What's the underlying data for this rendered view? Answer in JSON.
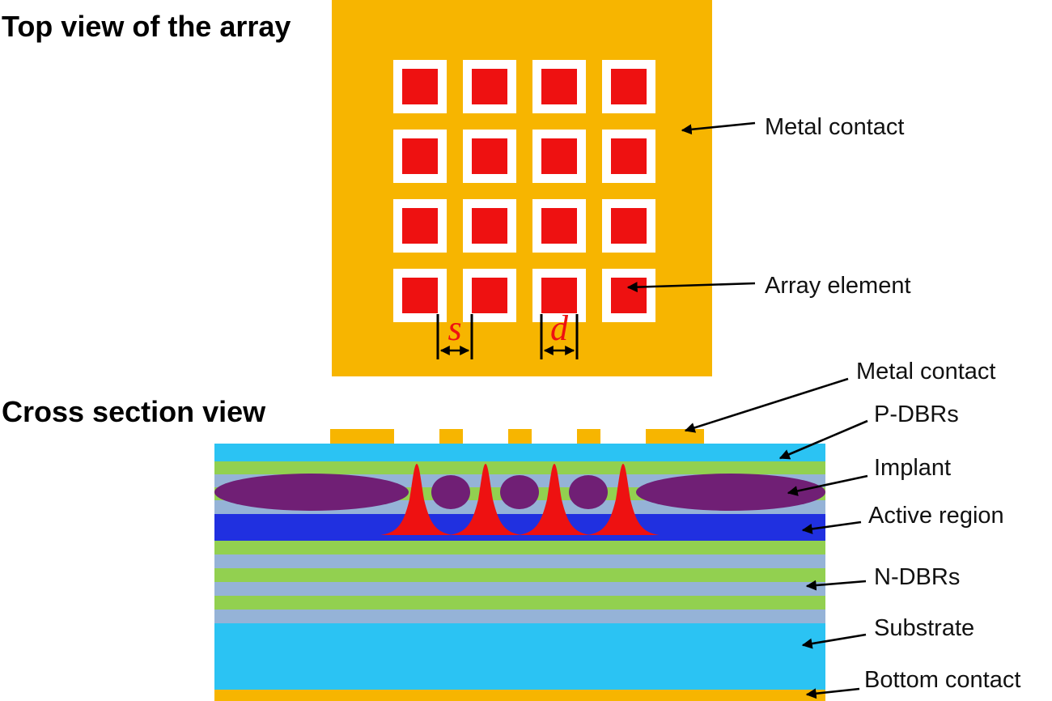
{
  "titles": {
    "top_view": "Top view of the array",
    "cross_section": "Cross section view"
  },
  "colors": {
    "metal": "#F7B500",
    "element": "#EE1111",
    "cyan": "#2BC3F3",
    "green": "#92D050",
    "bluegray": "#95B3D7",
    "blue": "#2030E0",
    "implant": "#701F75"
  },
  "top_view": {
    "grid": {
      "rows": 4,
      "cols": 4
    },
    "labels": {
      "metal_contact": "Metal contact",
      "array_element": "Array element"
    },
    "dimensions": {
      "spacing": "s",
      "element_size": "d"
    }
  },
  "cross_section": {
    "labels": {
      "metal_contact": "Metal contact",
      "p_dbrs": "P-DBRs",
      "implant": "Implant",
      "active_region": "Active region",
      "n_dbrs": "N-DBRs",
      "substrate": "Substrate",
      "bottom_contact": "Bottom contact"
    },
    "layers": [
      {
        "name": "p-dbr-top",
        "color": "cyan",
        "h": 22
      },
      {
        "name": "p-dbr-green-1",
        "color": "green",
        "h": 16
      },
      {
        "name": "p-dbr-gray-1",
        "color": "bluegray",
        "h": 16
      },
      {
        "name": "p-dbr-green-2",
        "color": "green",
        "h": 16
      },
      {
        "name": "p-dbr-gray-2",
        "color": "bluegray",
        "h": 17
      },
      {
        "name": "active-region",
        "color": "blue",
        "h": 33
      },
      {
        "name": "n-dbr-green-1",
        "color": "green",
        "h": 17
      },
      {
        "name": "n-dbr-gray-1",
        "color": "bluegray",
        "h": 17
      },
      {
        "name": "n-dbr-green-2",
        "color": "green",
        "h": 17
      },
      {
        "name": "n-dbr-gray-2",
        "color": "bluegray",
        "h": 17
      },
      {
        "name": "n-dbr-green-3",
        "color": "green",
        "h": 17
      },
      {
        "name": "n-dbr-gray-3",
        "color": "bluegray",
        "h": 17
      },
      {
        "name": "substrate",
        "color": "cyan",
        "h": 82
      },
      {
        "name": "bottom-contact",
        "color": "metal",
        "h": 14
      }
    ]
  }
}
